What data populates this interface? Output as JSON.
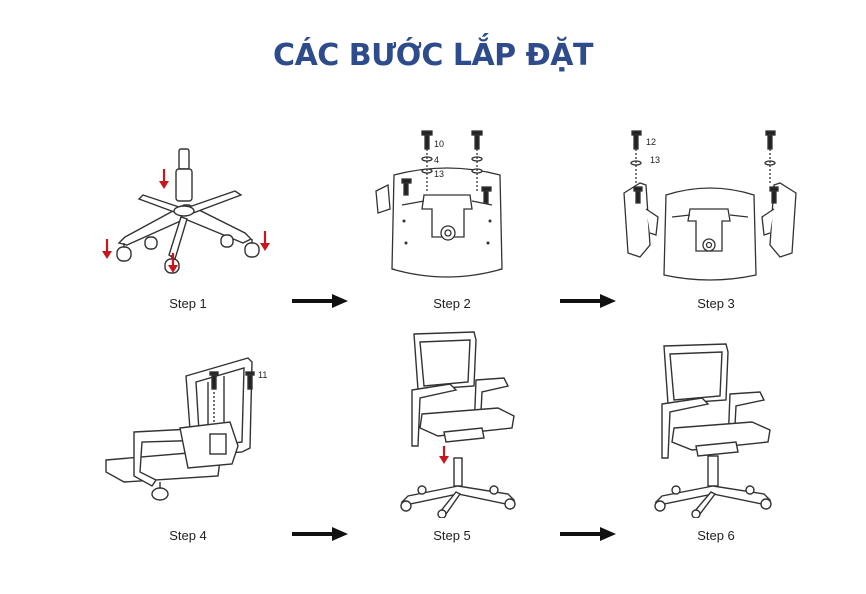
{
  "title": "CÁC BƯỚC LẮP ĐẶT",
  "colors": {
    "title": "#2e4c8c",
    "red_arrow": "#c8161d",
    "line": "#333333",
    "arrow": "#111111"
  },
  "steps": [
    {
      "label": "Step 1"
    },
    {
      "label": "Step 2",
      "part_numbers": [
        "10",
        "4",
        "13"
      ]
    },
    {
      "label": "Step 3",
      "part_numbers": [
        "12",
        "13"
      ]
    },
    {
      "label": "Step 4",
      "part_numbers": [
        "11"
      ]
    },
    {
      "label": "Step 5"
    },
    {
      "label": "Step 6"
    }
  ]
}
